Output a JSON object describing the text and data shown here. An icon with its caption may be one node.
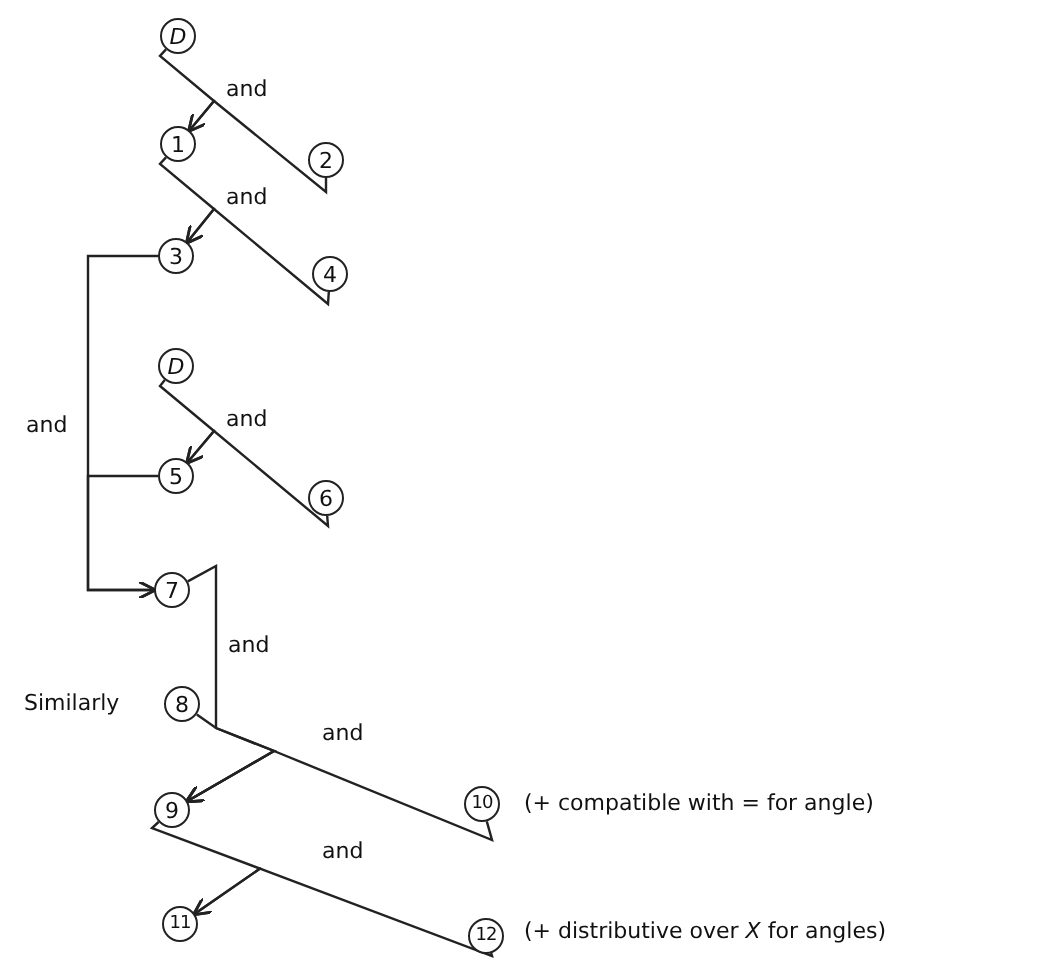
{
  "diagram": {
    "nodes": [
      {
        "text": [
          "D"
        ]
      },
      {
        "text": [
          "1"
        ]
      },
      {
        "text": [
          "2"
        ]
      },
      {
        "text": [
          "3"
        ]
      },
      {
        "text": [
          "4"
        ]
      },
      {
        "text": [
          "D"
        ]
      },
      {
        "text": [
          "5"
        ]
      },
      {
        "text": [
          "6"
        ]
      },
      {
        "text": [
          "7"
        ]
      },
      {
        "text": [
          "8"
        ],
        "beside": [
          "Similarly"
        ]
      },
      {
        "text": [
          "9"
        ]
      },
      {
        "text": [
          "10"
        ],
        "beside": [
          "(+ compatible with = for angle)"
        ]
      },
      {
        "text": [
          "11"
        ]
      },
      {
        "text": [
          "12"
        ],
        "beside": [
          "(+ distributive over *X* for angles)"
        ]
      }
    ],
    "edges": [
      {
        "from": 0,
        "to": 1,
        "arrow": "to",
        "label": "and"
      },
      {
        "from": 2,
        "to": 1,
        "arrow": "to"
      },
      {
        "from": 1,
        "to": 3,
        "arrow": "to",
        "label": "and"
      },
      {
        "from": 4,
        "to": 3,
        "arrow": "to"
      },
      {
        "from": 5,
        "to": 6,
        "arrow": "to",
        "label": "and"
      },
      {
        "from": 7,
        "to": 6,
        "arrow": "to"
      },
      {
        "from": 3,
        "to": 8,
        "arrow": "to",
        "label": "and"
      },
      {
        "from": 6,
        "to": 8,
        "arrow": "to"
      },
      {
        "from": 8,
        "to": 10,
        "arrow": "to",
        "label": "and"
      },
      {
        "from": 9,
        "to": 10,
        "arrow": "to",
        "label": "and"
      },
      {
        "from": 11,
        "to": 10,
        "arrow": "to"
      },
      {
        "from": 10,
        "to": 12,
        "arrow": "to",
        "label": "and"
      },
      {
        "from": 13,
        "to": 12,
        "arrow": "to"
      }
    ]
  }
}
